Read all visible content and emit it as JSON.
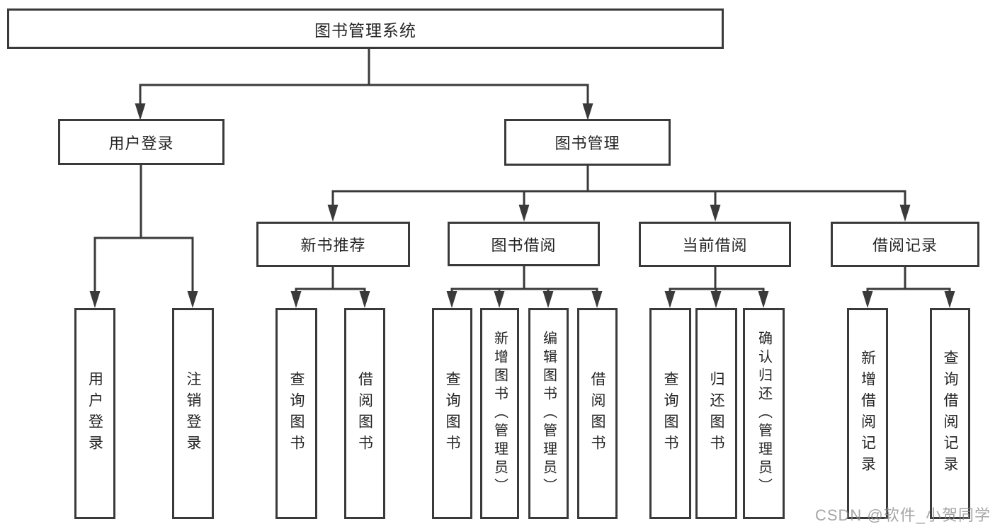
{
  "colors": {
    "line": "#3a3a3a",
    "border": "#3a3a3a",
    "text": "#262626",
    "background": "#ffffff",
    "watermark_text_color": "#8c8c8c"
  },
  "watermark": {
    "text": "CSDN @软件_小贺同学"
  },
  "tree": {
    "label": "图书管理系统",
    "children": [
      {
        "label": "用户登录",
        "children": [
          {
            "label": "用户登录"
          },
          {
            "label": "注销登录"
          }
        ]
      },
      {
        "label": "图书管理",
        "children": [
          {
            "label": "新书推荐",
            "children": [
              {
                "label": "查询图书"
              },
              {
                "label": "借阅图书"
              }
            ]
          },
          {
            "label": "图书借阅",
            "children": [
              {
                "label": "查询图书"
              },
              {
                "label": "新增图书（管理员）"
              },
              {
                "label": "编辑图书（管理员）"
              },
              {
                "label": "借阅图书"
              }
            ]
          },
          {
            "label": "当前借阅",
            "children": [
              {
                "label": "查询图书"
              },
              {
                "label": "归还图书"
              },
              {
                "label": "确认归还（管理员）"
              }
            ]
          },
          {
            "label": "借阅记录",
            "children": [
              {
                "label": "新增借阅记录"
              },
              {
                "label": "查询借阅记录"
              }
            ]
          }
        ]
      }
    ]
  }
}
